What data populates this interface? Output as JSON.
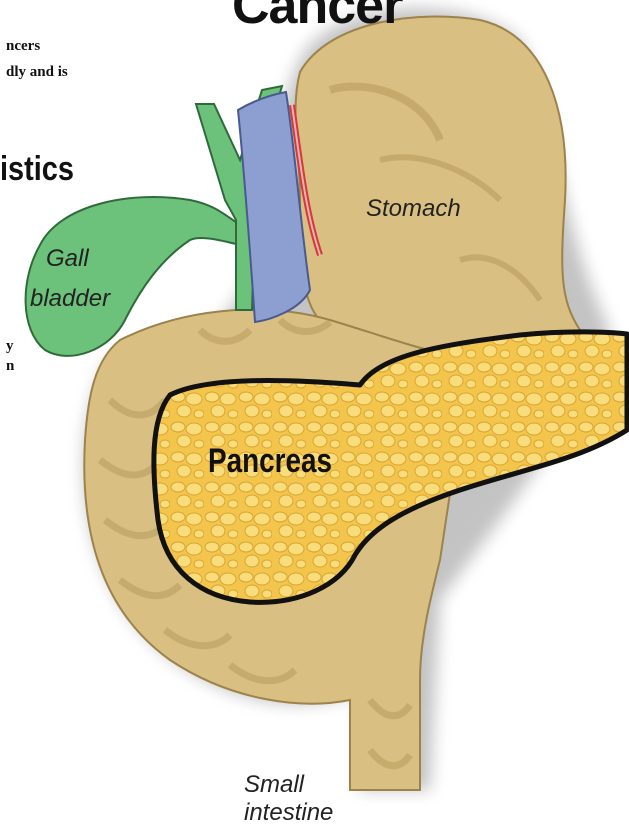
{
  "header": {
    "title_fragment": "Cancer",
    "line1_fragment": "ncers",
    "line2_fragment": "dly and is",
    "section_fragment": "istics",
    "side_fragment_1": "y",
    "side_fragment_2": "n"
  },
  "labels": {
    "stomach": "Stomach",
    "gallbladder_line1": "Gall",
    "gallbladder_line2": "bladder",
    "pancreas": "Pancreas",
    "small_intestine_line1": "Small",
    "small_intestine_line2": "intestine"
  },
  "colors": {
    "stomach_fill": "#d9bf82",
    "stomach_shadow": "#b89c5e",
    "pancreas_fill": "#f3c54c",
    "pancreas_lobule": "#f9dc7c",
    "gallbladder": "#6cc27a",
    "vessel_blue": "#8d9ed1",
    "vessel_red": "#d43a3a",
    "outline": "#111111"
  }
}
